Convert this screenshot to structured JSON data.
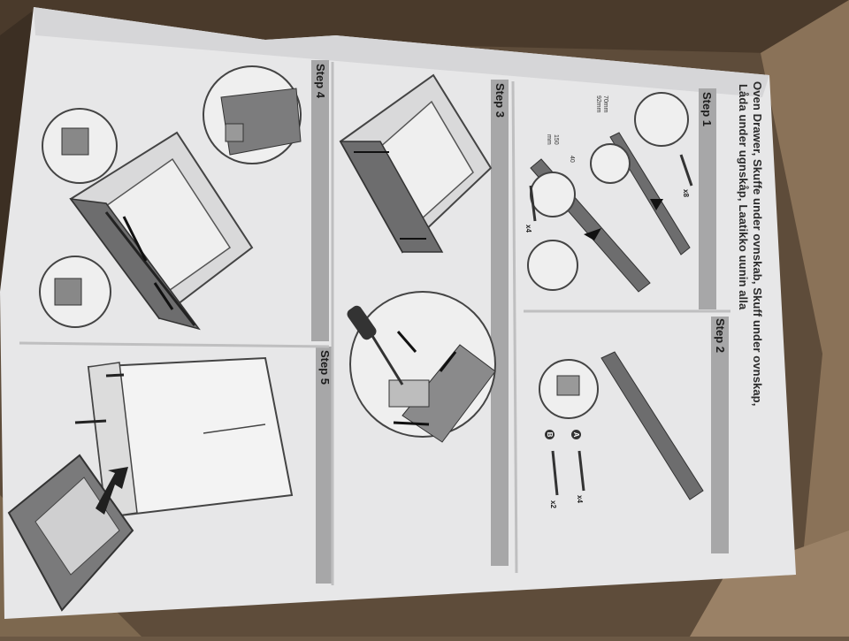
{
  "title": {
    "line1": "Oven Drawer, Skuffe under ovnskab, Skuff under ovnskap,",
    "line2": "Låda under ugnskåp, Laatikko uunin alla"
  },
  "steps": [
    {
      "label": "Step",
      "number": "1"
    },
    {
      "label": "Step",
      "number": "2"
    },
    {
      "label": "Step",
      "number": "3"
    },
    {
      "label": "Step",
      "number": "4"
    },
    {
      "label": "Step",
      "number": "5"
    }
  ],
  "step1": {
    "screw_qty_a": "x8",
    "screw_qty_b": "x4",
    "dim_70": "70mm",
    "dim_92": "92mm",
    "dim_150": "150",
    "dim_40": "40",
    "dim_mm": "mm"
  },
  "step2": {
    "badge_a": "A",
    "badge_b": "B",
    "qty_a": "x4",
    "qty_b": "x2"
  },
  "colors": {
    "cardboard": "#7a6650",
    "paper": "#e9e9ea",
    "step_bar": "#a9a9aa",
    "drawing_dark": "#555555"
  }
}
